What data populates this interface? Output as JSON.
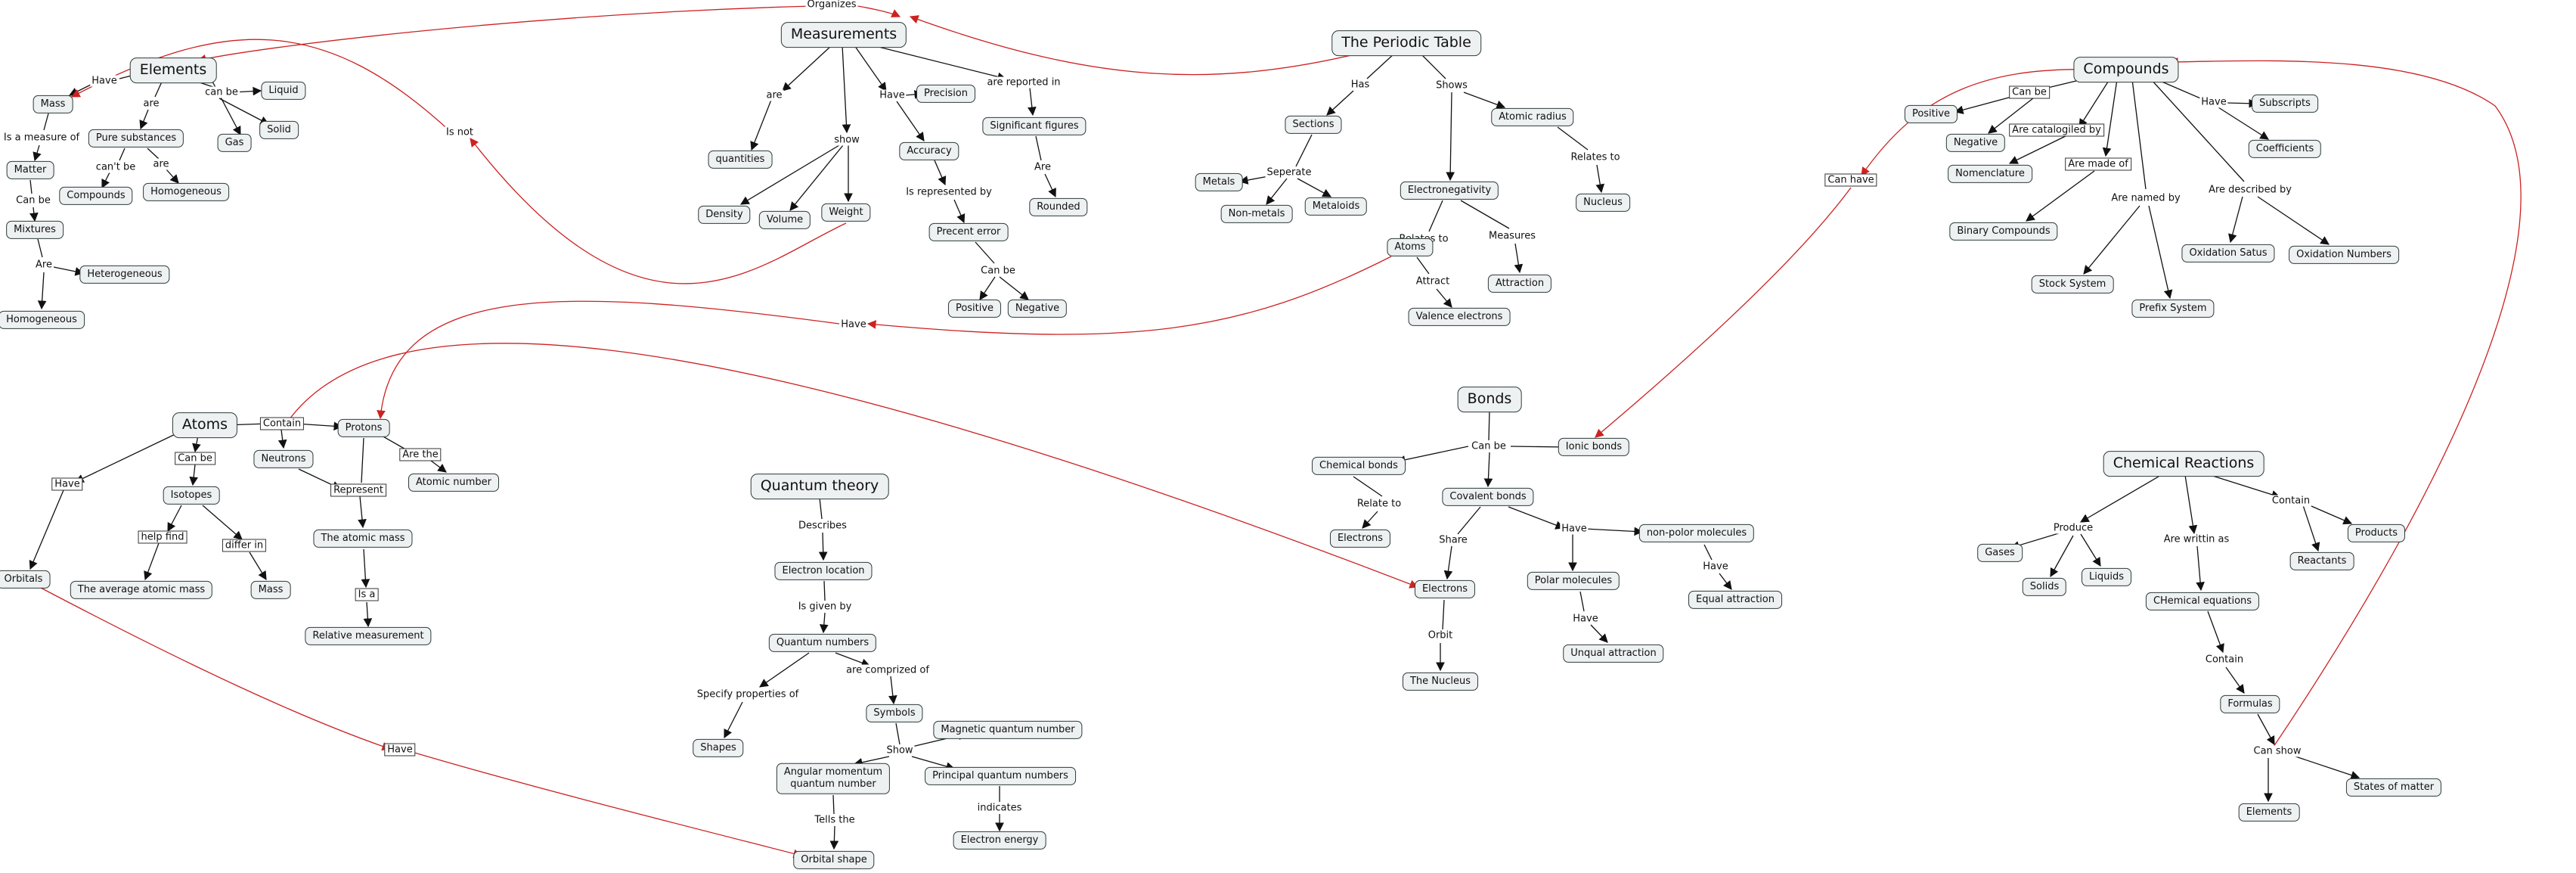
{
  "nodes": {
    "organizes": "Organizes",
    "measurements": "Measurements",
    "periodic_table": "The Periodic Table",
    "compounds": "Compounds",
    "elements": "Elements",
    "have_el": "Have",
    "mass_el": "Mass",
    "can_be_el": "can be",
    "liquid": "Liquid",
    "solid": "Solid",
    "gas": "Gas",
    "are_el": "are",
    "pure_substances": "Pure substances",
    "cant_be": "can't be",
    "are_ps": "are",
    "compounds_small": "Compounds",
    "homogeneous_ps": "Homogeneous",
    "is_measure_of": "Is a measure of",
    "matter": "Matter",
    "can_be_matter": "Can be",
    "mixtures": "Mixtures",
    "are_mix": "Are",
    "heterogeneous": "Heterogeneous",
    "homogeneous_mix": "Homogeneous",
    "is_not": "Is not",
    "are_meas": "are",
    "quantities": "quantities",
    "show_meas": "show",
    "density": "Density",
    "volume": "Volume",
    "weight": "Weight",
    "have_meas": "Have",
    "precision": "Precision",
    "accuracy": "Accuracy",
    "is_represented_by": "Is represented by",
    "precent_error": "Precent error",
    "can_be_pe": "Can be",
    "positive_pe": "Positive",
    "negative_pe": "Negative",
    "are_reported_in": "are reported in",
    "sig_figs": "Significant figures",
    "are_sf": "Are",
    "rounded": "Rounded",
    "has_pt": "Has",
    "sections": "Sections",
    "seperate": "Seperate",
    "metals": "Metals",
    "non_metals": "Non-metals",
    "metaloids": "Metaloids",
    "shows_pt": "Shows",
    "electronegativity": "Electronegativity",
    "relates_to_en": "Relates to",
    "measures": "Measures",
    "attraction": "Attraction",
    "atomic_radius": "Atomic radius",
    "relates_to_ar": "Relates to",
    "nucleus": "Nucleus",
    "atoms_pt": "Atoms",
    "attract": "Attract",
    "valence_electrons": "Valence electrons",
    "have_cross": "Have",
    "can_be_comp": "Can be",
    "positive_comp": "Positive",
    "negative_comp": "Negative",
    "are_catalog": "Are catalogiled by",
    "nomenclature": "Nomenclature",
    "are_made_of": "Are made of",
    "binary_compounds": "Binary Compounds",
    "are_named_by": "Are named by",
    "stock_system": "Stock System",
    "prefix_system": "Prefix System",
    "have_comp": "Have",
    "subscripts": "Subscripts",
    "coefficients": "Coefficients",
    "are_described_by": "Are described by",
    "oxidation_satus": "Oxidation Satus",
    "oxidation_numbers": "Oxidation Numbers",
    "can_have": "Can have",
    "atoms": "Atoms",
    "contain_atoms": "Contain",
    "protons": "Protons",
    "neutrons": "Neutrons",
    "are_the": "Are the",
    "atomic_number": "Atomic number",
    "represent": "Represent",
    "atomic_mass": "The atomic mass",
    "is_a": "Is a",
    "relative_measurement": "Relative measurement",
    "can_be_atoms": "Can be",
    "isotopes": "Isotopes",
    "help_find": "help find",
    "avg_atomic_mass": "The average atomic mass",
    "differ_in": "differ in",
    "mass_iso": "Mass",
    "have_atoms": "Have",
    "orbitals": "Orbitals",
    "have_orbital": "Have",
    "quantum_theory": "Quantum theory",
    "describes": "Describes",
    "electron_location": "Electron location",
    "is_given_by": "Is given by",
    "quantum_numbers": "Quantum numbers",
    "specify_props": "Specify properties of",
    "shapes": "Shapes",
    "are_comprized_of": "are comprized of",
    "symbols": "Symbols",
    "show_sym": "Show",
    "magnetic_qn": "Magnetic quantum number",
    "angular_qn_1": "Angular momentum",
    "angular_qn_2": "quantum number",
    "principal_qn": "Principal quantum numbers",
    "indicates": "indicates",
    "electron_energy": "Electron energy",
    "tells_the": "Tells the",
    "orbital_shape": "Orbital shape",
    "bonds": "Bonds",
    "can_be_bonds": "Can be",
    "ionic_bonds": "Ionic bonds",
    "chemical_bonds": "Chemical bonds",
    "relate_to": "Relate to",
    "electrons_cb": "Electrons",
    "covalent_bonds": "Covalent bonds",
    "share": "Share",
    "electrons_cov": "Electrons",
    "orbit": "Orbit",
    "the_nucleus": "The Nucleus",
    "have_cov": "Have",
    "non_polar": "non-polor molecules",
    "have_np": "Have",
    "equal_attraction": "Equal attraction",
    "polar_molecules": "Polar molecules",
    "have_pol": "Have",
    "unequal_attraction": "Unqual attraction",
    "chemical_reactions": "Chemical Reactions",
    "produce": "Produce",
    "gases": "Gases",
    "solids": "Solids",
    "liquids": "Liquids",
    "are_written_as": "Are writtin as",
    "chemical_equations": "CHemical equations",
    "contain_ce": "Contain",
    "formulas": "Formulas",
    "can_show": "Can show",
    "elements_cs": "Elements",
    "states_of_matter": "States of matter",
    "contain_cr": "Contain",
    "reactants": "Reactants",
    "products": "Products"
  },
  "colors": {
    "node_fill": "#eef1f1",
    "node_border": "#2f3a3a",
    "edge": "#111111",
    "cross_link": "#cc2222"
  }
}
